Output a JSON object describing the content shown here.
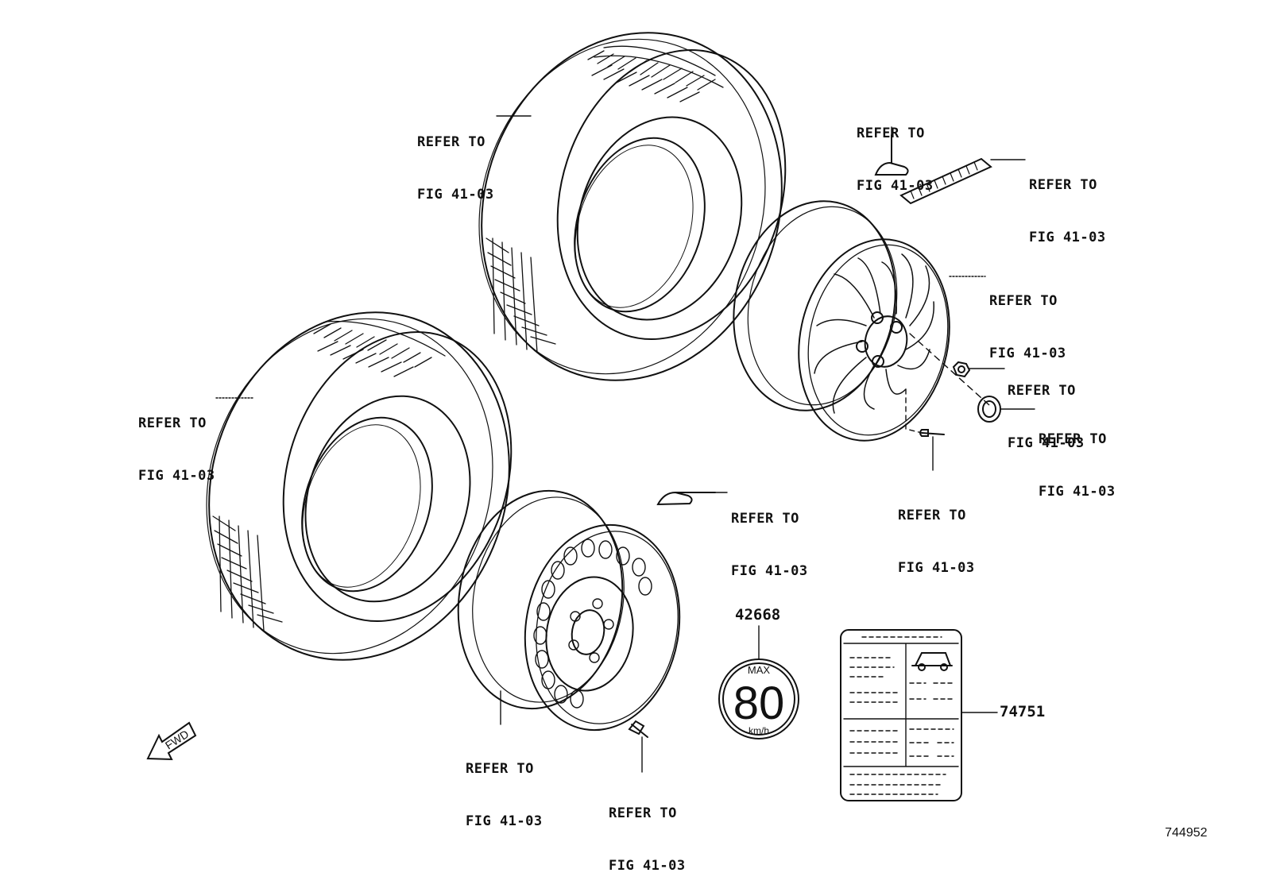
{
  "callouts": {
    "tire_rear": [
      "REFER TO",
      "FIG 41-03"
    ],
    "tire_front": [
      "REFER TO",
      "FIG 41-03"
    ],
    "tpms_valve_top": [
      "REFER TO",
      "FIG 41-03"
    ],
    "balance_weight": [
      "REFER TO",
      "FIG 41-03"
    ],
    "alloy_wheel": [
      "REFER TO",
      "FIG 41-03"
    ],
    "hub_nut": [
      "REFER TO",
      "FIG 41-03"
    ],
    "hub_cap": [
      "REFER TO",
      "FIG 41-03"
    ],
    "valve_alloy": [
      "REFER TO",
      "FIG 41-03"
    ],
    "tpms_valve_mid": [
      "REFER TO",
      "FIG 41-03"
    ],
    "steel_wheel": [
      "REFER TO",
      "FIG 41-03"
    ],
    "valve_steel": [
      "REFER TO",
      "FIG 41-03"
    ]
  },
  "parts": {
    "speed_label_number": "42668",
    "tire_placard_number": "74751"
  },
  "speed_label": {
    "top": "MAX",
    "value": "80",
    "unit": "km/h"
  },
  "fwd_arrow": "FWD",
  "diagram_id": "744952",
  "colors": {
    "line": "#111111",
    "background": "#ffffff"
  }
}
